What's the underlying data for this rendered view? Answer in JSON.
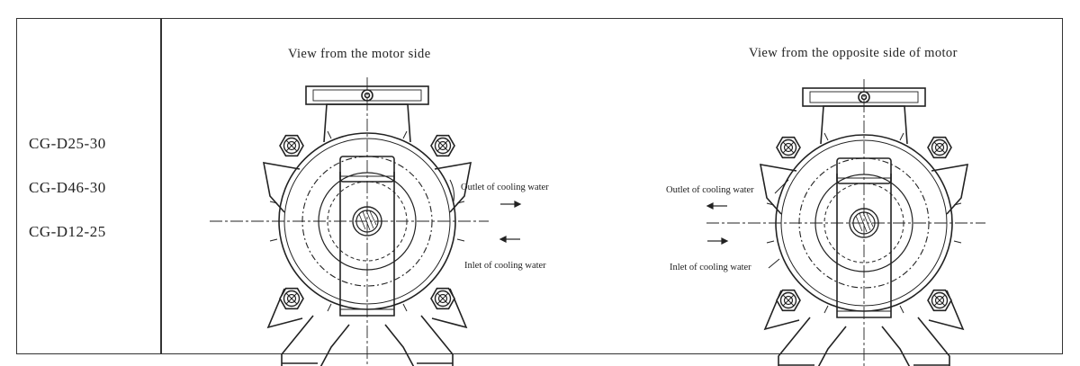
{
  "models": [
    "CG-D25-30",
    "CG-D46-30",
    "CG-D12-25"
  ],
  "views": [
    {
      "title": "View from the motor side",
      "outlet_label": "Outlet of cooling water",
      "inlet_label": "Inlet of cooling water"
    },
    {
      "title": "View from the opposite side of motor",
      "outlet_label": "Outlet of cooling water",
      "inlet_label": "Inlet of cooling water"
    }
  ]
}
